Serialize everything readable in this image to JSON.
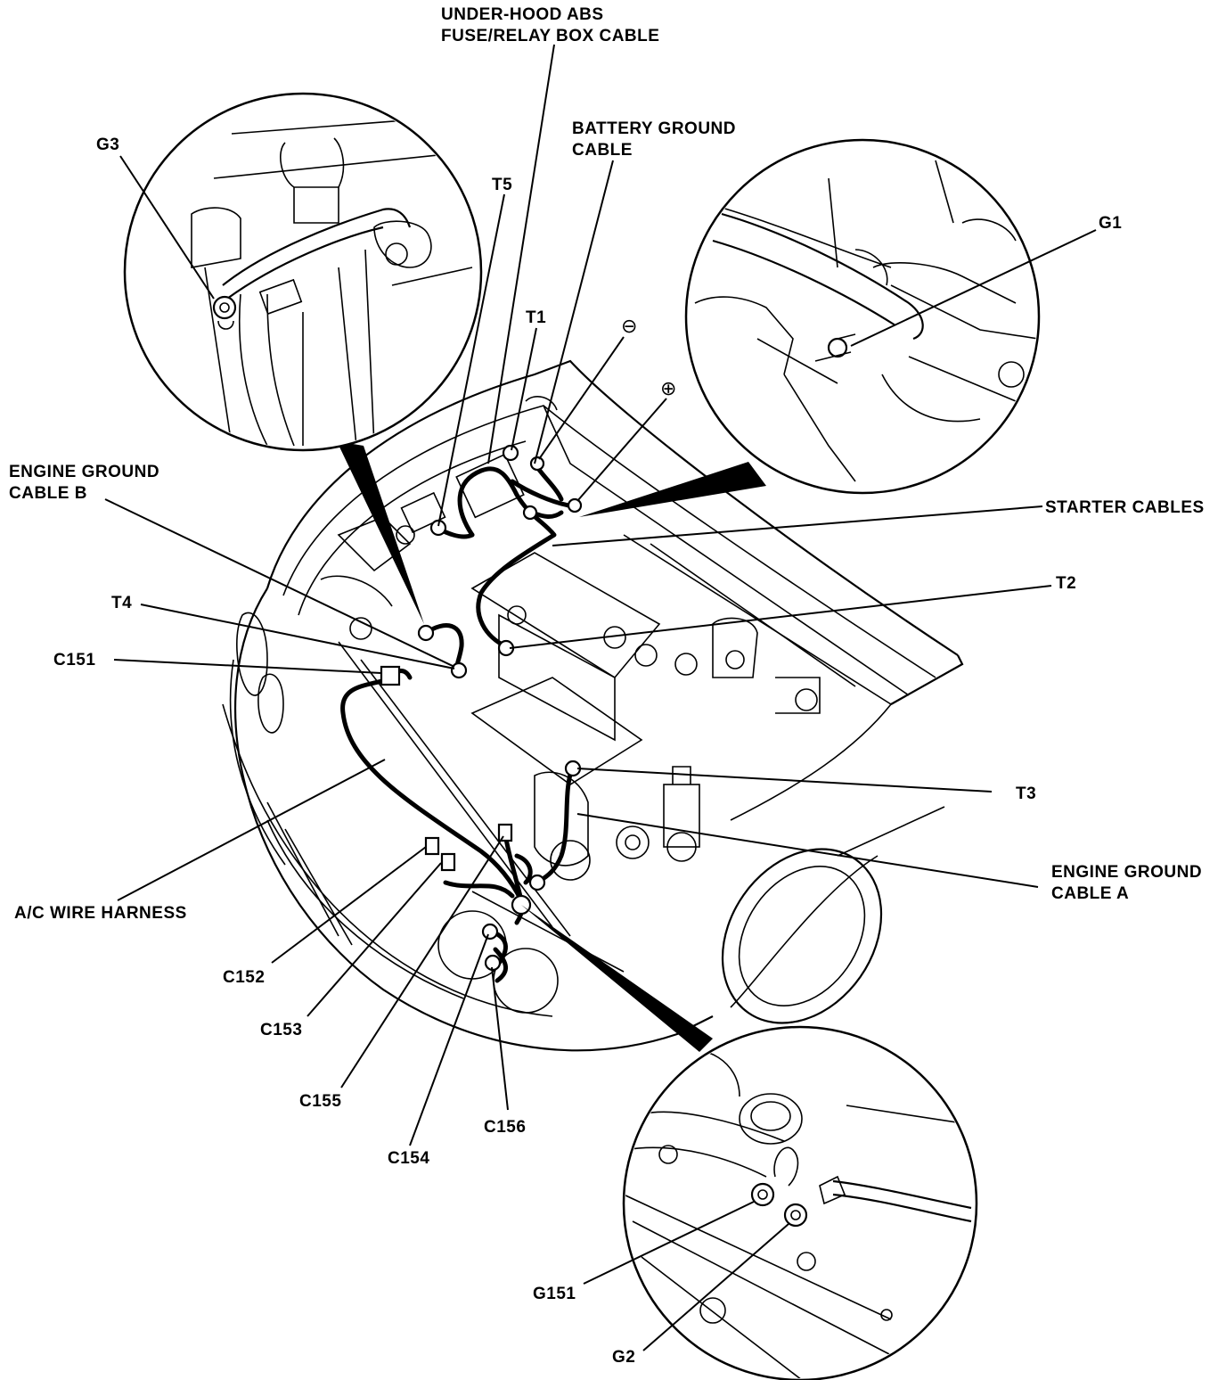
{
  "labels": {
    "abs_cable_line1": "UNDER-HOOD ABS",
    "abs_cable_line2": "FUSE/RELAY BOX CABLE",
    "battery_ground_line1": "BATTERY GROUND",
    "battery_ground_line2": "CABLE",
    "g3": "G3",
    "t5": "T5",
    "g1": "G1",
    "t1": "T1",
    "minus": "⊖",
    "plus": "⊕",
    "engine_ground_b_line1": "ENGINE GROUND",
    "engine_ground_b_line2": "CABLE B",
    "starter_cables": "STARTER CABLES",
    "t2": "T2",
    "t4": "T4",
    "c151": "C151",
    "t3": "T3",
    "engine_ground_a_line1": "ENGINE GROUND",
    "engine_ground_a_line2": "CABLE A",
    "ac_wire_harness": "A/C WIRE HARNESS",
    "c152": "C152",
    "c153": "C153",
    "c155": "C155",
    "c154": "C154",
    "c156": "C156",
    "g151": "G151",
    "g2": "G2"
  }
}
